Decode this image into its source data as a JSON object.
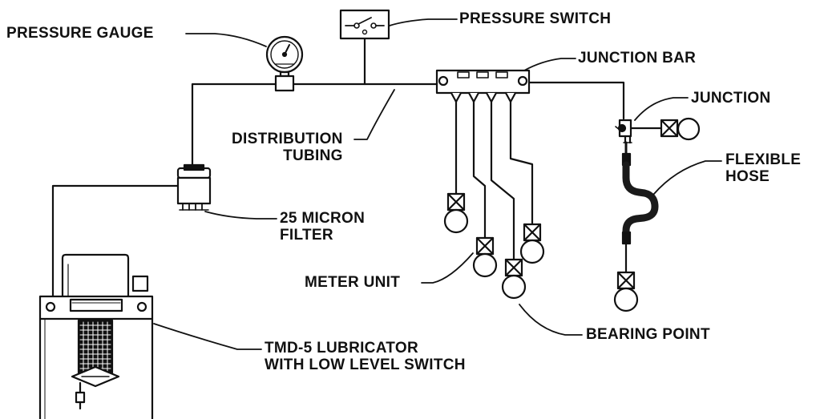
{
  "colors": {
    "ink": "#111111",
    "paper": "#ffffff",
    "hose": "#1a1a1a"
  },
  "labels": {
    "pressure_gauge": "PRESSURE GAUGE",
    "pressure_switch": "PRESSURE SWITCH",
    "junction_bar": "JUNCTION BAR",
    "junction": "JUNCTION",
    "flexible_hose": [
      "FLEXIBLE",
      "HOSE"
    ],
    "distribution_tubing": [
      "DISTRIBUTION",
      "TUBING"
    ],
    "micron_filter": [
      "25 MICRON",
      "FILTER"
    ],
    "meter_unit": "METER UNIT",
    "bearing_point": "BEARING POINT",
    "lubricator": [
      "TMD-5 LUBRICATOR",
      "WITH LOW LEVEL SWITCH"
    ]
  },
  "icons": {
    "gauge": "pressure-gauge-icon",
    "switch": "pressure-switch-icon",
    "filter": "filter-icon",
    "lubricator": "lubricator-icon",
    "meter": "meter-unit-icon",
    "bearing": "bearing-point-icon"
  }
}
